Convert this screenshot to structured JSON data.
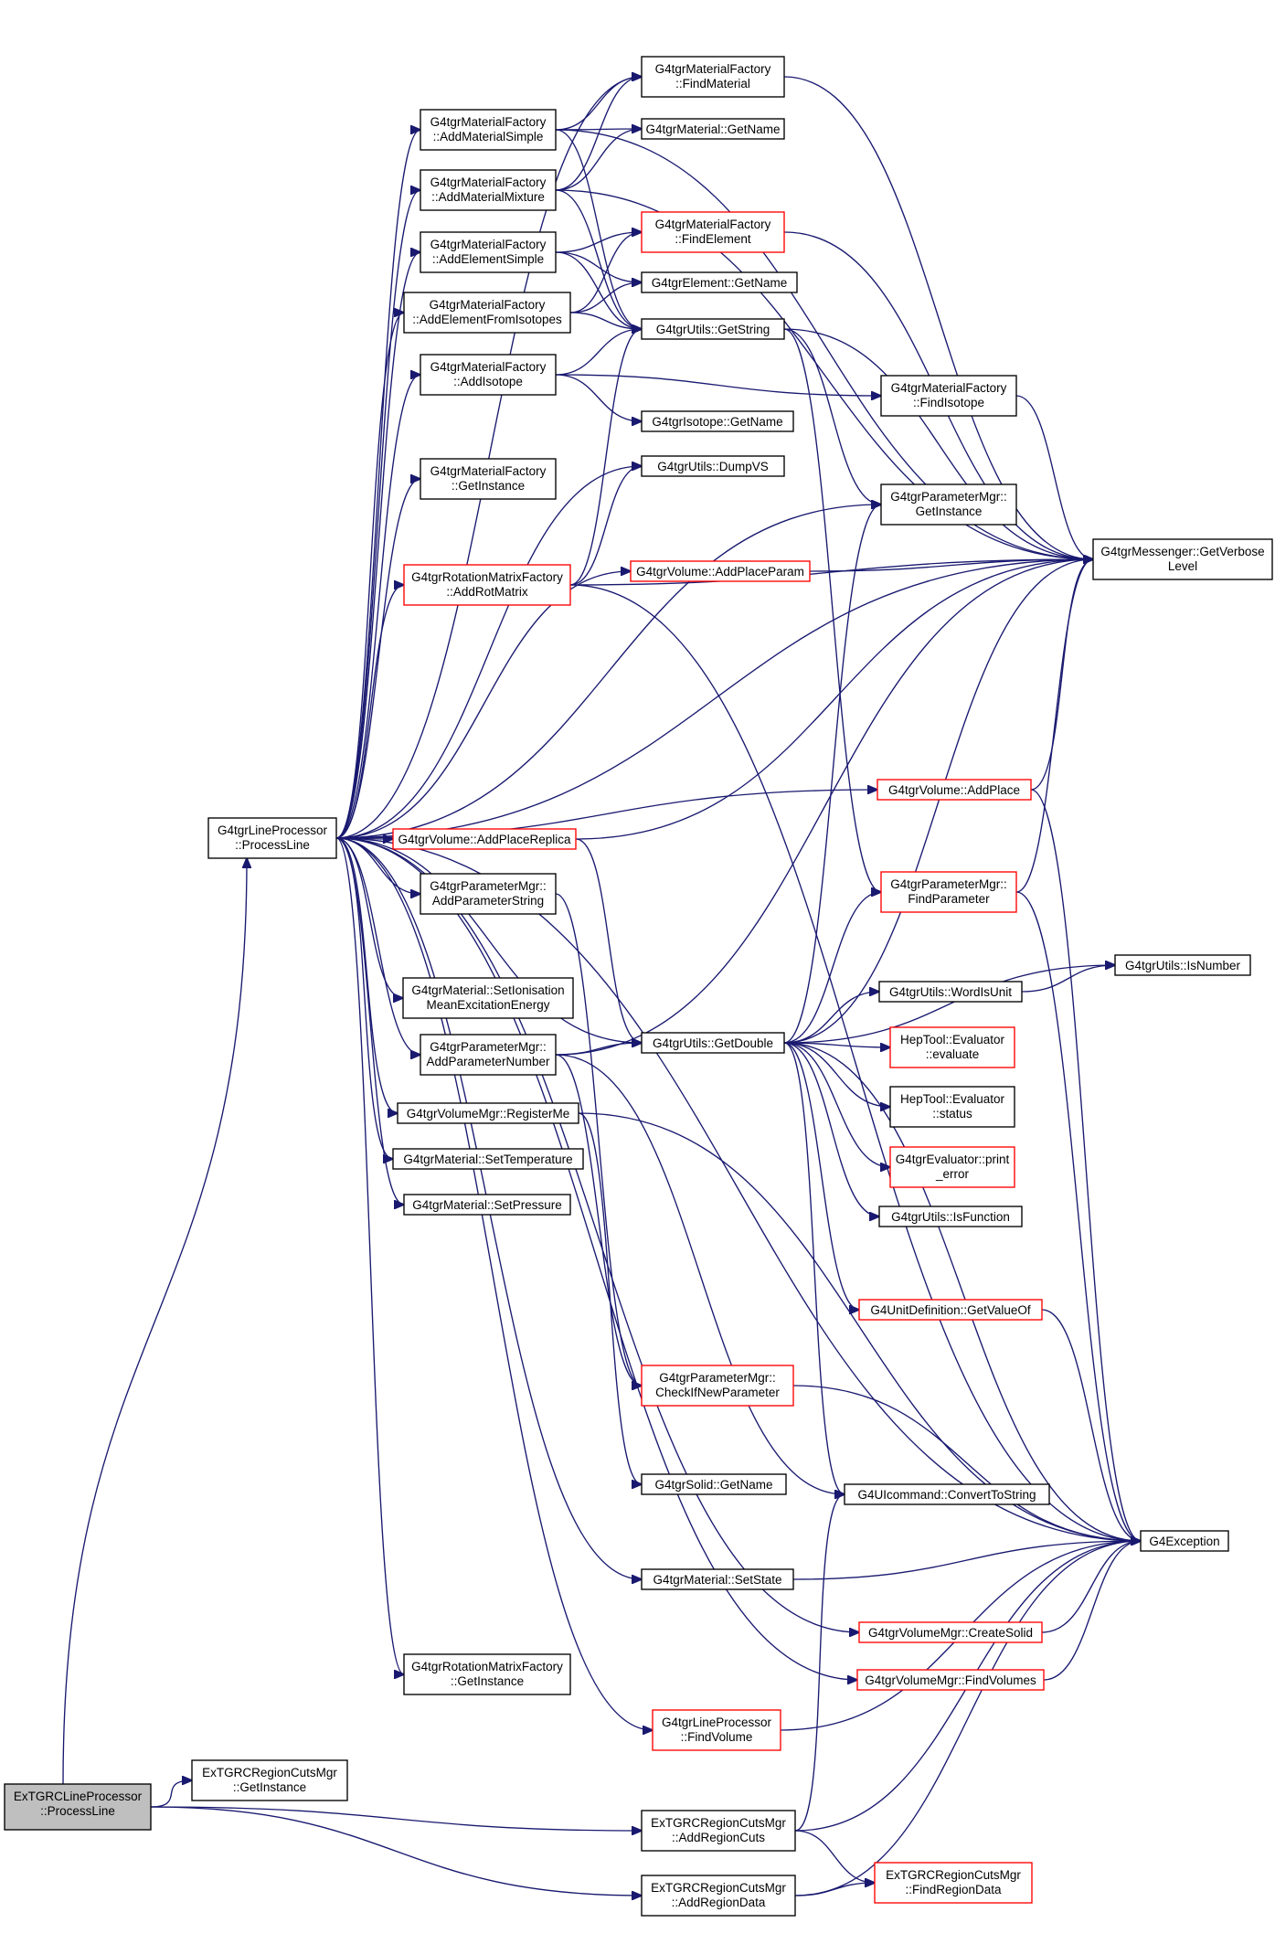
{
  "diagram": {
    "nodes": [
      {
        "id": "root",
        "lines": [
          "ExTGRCLineProcessor",
          "::ProcessLine"
        ],
        "style": "root"
      },
      {
        "id": "pl",
        "lines": [
          "G4tgrLineProcessor",
          "::ProcessLine"
        ],
        "style": "black"
      },
      {
        "id": "excutsGI",
        "lines": [
          "ExTGRCRegionCutsMgr",
          "::GetInstance"
        ],
        "style": "black"
      },
      {
        "id": "addRegCuts",
        "lines": [
          "ExTGRCRegionCutsMgr",
          "::AddRegionCuts"
        ],
        "style": "black"
      },
      {
        "id": "addRegData",
        "lines": [
          "ExTGRCRegionCutsMgr",
          "::AddRegionData"
        ],
        "style": "black"
      },
      {
        "id": "findRegData",
        "lines": [
          "ExTGRCRegionCutsMgr",
          "::FindRegionData"
        ],
        "style": "red"
      },
      {
        "id": "matSimple",
        "lines": [
          "G4tgrMaterialFactory",
          "::AddMaterialSimple"
        ],
        "style": "black"
      },
      {
        "id": "matMix",
        "lines": [
          "G4tgrMaterialFactory",
          "::AddMaterialMixture"
        ],
        "style": "black"
      },
      {
        "id": "elSimple",
        "lines": [
          "G4tgrMaterialFactory",
          "::AddElementSimple"
        ],
        "style": "black"
      },
      {
        "id": "elIso",
        "lines": [
          "G4tgrMaterialFactory",
          "::AddElementFromIsotopes"
        ],
        "style": "black"
      },
      {
        "id": "addIso",
        "lines": [
          "G4tgrMaterialFactory",
          "::AddIsotope"
        ],
        "style": "black"
      },
      {
        "id": "mfGI",
        "lines": [
          "G4tgrMaterialFactory",
          "::GetInstance"
        ],
        "style": "black"
      },
      {
        "id": "rotMat",
        "lines": [
          "G4tgrRotationMatrixFactory",
          "::AddRotMatrix"
        ],
        "style": "red"
      },
      {
        "id": "addPlaceRep",
        "lines": [
          "G4tgrVolume::AddPlaceReplica"
        ],
        "style": "red"
      },
      {
        "id": "addParStr",
        "lines": [
          "G4tgrParameterMgr::",
          "AddParameterString"
        ],
        "style": "black"
      },
      {
        "id": "setIon",
        "lines": [
          "G4tgrMaterial::SetIonisation",
          "MeanExcitationEnergy"
        ],
        "style": "black"
      },
      {
        "id": "addParNum",
        "lines": [
          "G4tgrParameterMgr::",
          "AddParameterNumber"
        ],
        "style": "black"
      },
      {
        "id": "regMe",
        "lines": [
          "G4tgrVolumeMgr::RegisterMe"
        ],
        "style": "black"
      },
      {
        "id": "setTemp",
        "lines": [
          "G4tgrMaterial::SetTemperature"
        ],
        "style": "black"
      },
      {
        "id": "setPres",
        "lines": [
          "G4tgrMaterial::SetPressure"
        ],
        "style": "black"
      },
      {
        "id": "rotGI",
        "lines": [
          "G4tgrRotationMatrixFactory",
          "::GetInstance"
        ],
        "style": "black"
      },
      {
        "id": "findMat",
        "lines": [
          "G4tgrMaterialFactory",
          "::FindMaterial"
        ],
        "style": "black"
      },
      {
        "id": "matGN",
        "lines": [
          "G4tgrMaterial::GetName"
        ],
        "style": "black"
      },
      {
        "id": "findEl",
        "lines": [
          "G4tgrMaterialFactory",
          "::FindElement"
        ],
        "style": "red"
      },
      {
        "id": "elGN",
        "lines": [
          "G4tgrElement::GetName"
        ],
        "style": "black"
      },
      {
        "id": "getString",
        "lines": [
          "G4tgrUtils::GetString"
        ],
        "style": "black"
      },
      {
        "id": "isoGN",
        "lines": [
          "G4tgrIsotope::GetName"
        ],
        "style": "black"
      },
      {
        "id": "dumpVS",
        "lines": [
          "G4tgrUtils::DumpVS"
        ],
        "style": "black"
      },
      {
        "id": "addPlaceParam",
        "lines": [
          "G4tgrVolume::AddPlaceParam"
        ],
        "style": "red"
      },
      {
        "id": "getDouble",
        "lines": [
          "G4tgrUtils::GetDouble"
        ],
        "style": "black"
      },
      {
        "id": "checkNew",
        "lines": [
          "G4tgrParameterMgr::",
          "CheckIfNewParameter"
        ],
        "style": "red"
      },
      {
        "id": "solidGN",
        "lines": [
          "G4tgrSolid::GetName"
        ],
        "style": "black"
      },
      {
        "id": "setState",
        "lines": [
          "G4tgrMaterial::SetState"
        ],
        "style": "black"
      },
      {
        "id": "findVol",
        "lines": [
          "G4tgrLineProcessor",
          "::FindVolume"
        ],
        "style": "red"
      },
      {
        "id": "findIso",
        "lines": [
          "G4tgrMaterialFactory",
          "::FindIsotope"
        ],
        "style": "black"
      },
      {
        "id": "pmGI",
        "lines": [
          "G4tgrParameterMgr::",
          "GetInstance"
        ],
        "style": "black"
      },
      {
        "id": "addPlace",
        "lines": [
          "G4tgrVolume::AddPlace"
        ],
        "style": "red"
      },
      {
        "id": "findPar",
        "lines": [
          "G4tgrParameterMgr::",
          "FindParameter"
        ],
        "style": "red"
      },
      {
        "id": "wordUnit",
        "lines": [
          "G4tgrUtils::WordIsUnit"
        ],
        "style": "black"
      },
      {
        "id": "evaluate",
        "lines": [
          "HepTool::Evaluator",
          "::evaluate"
        ],
        "style": "red"
      },
      {
        "id": "status",
        "lines": [
          "HepTool::Evaluator",
          "::status"
        ],
        "style": "black"
      },
      {
        "id": "printErr",
        "lines": [
          "G4tgrEvaluator::print",
          "_error"
        ],
        "style": "red"
      },
      {
        "id": "isFunc",
        "lines": [
          "G4tgrUtils::IsFunction"
        ],
        "style": "black"
      },
      {
        "id": "unitVal",
        "lines": [
          "G4UnitDefinition::GetValueOf"
        ],
        "style": "red"
      },
      {
        "id": "convStr",
        "lines": [
          "G4UIcommand::ConvertToString"
        ],
        "style": "black"
      },
      {
        "id": "createSolid",
        "lines": [
          "G4tgrVolumeMgr::CreateSolid"
        ],
        "style": "red"
      },
      {
        "id": "findVols",
        "lines": [
          "G4tgrVolumeMgr::FindVolumes"
        ],
        "style": "red"
      },
      {
        "id": "verbose",
        "lines": [
          "G4tgrMessenger::GetVerbose",
          "Level"
        ],
        "style": "black"
      },
      {
        "id": "isNumber",
        "lines": [
          "G4tgrUtils::IsNumber"
        ],
        "style": "black"
      },
      {
        "id": "exception",
        "lines": [
          "G4Exception"
        ],
        "style": "black"
      }
    ]
  }
}
